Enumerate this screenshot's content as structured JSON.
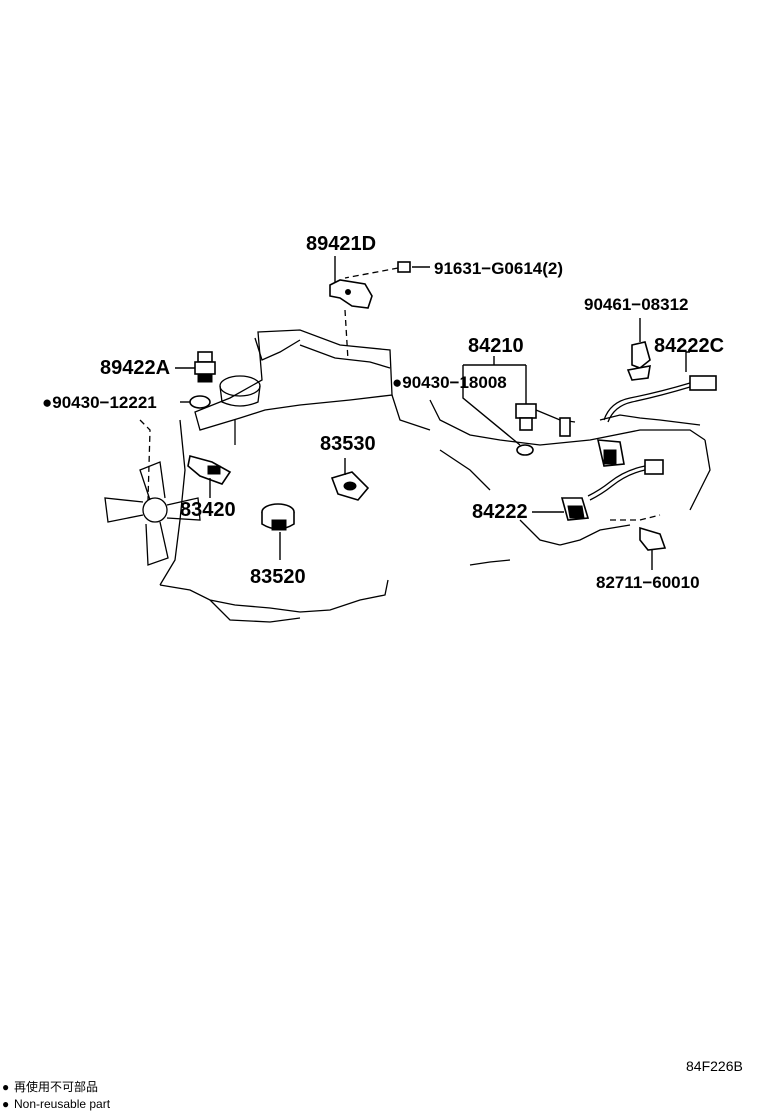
{
  "diagram": {
    "code": "84F226B",
    "parts": [
      {
        "id": "89421D",
        "label": "89421D"
      },
      {
        "id": "91631-G0614",
        "label": "91631−G0614(2)"
      },
      {
        "id": "90461-08312",
        "label": "90461−08312"
      },
      {
        "id": "84210",
        "label": "84210"
      },
      {
        "id": "84222C",
        "label": "84222C"
      },
      {
        "id": "89422A",
        "label": "89422A"
      },
      {
        "id": "90430-18008",
        "label": "●90430−18008"
      },
      {
        "id": "90430-12221",
        "label": "●90430−12221"
      },
      {
        "id": "83530",
        "label": "83530"
      },
      {
        "id": "83420",
        "label": "83420"
      },
      {
        "id": "84222",
        "label": "84222"
      },
      {
        "id": "83520",
        "label": "83520"
      },
      {
        "id": "82711-60010",
        "label": "82711−60010"
      }
    ],
    "legend": {
      "marker": "●",
      "jp": "再使用不可部品",
      "en": "Non-reusable part"
    }
  }
}
